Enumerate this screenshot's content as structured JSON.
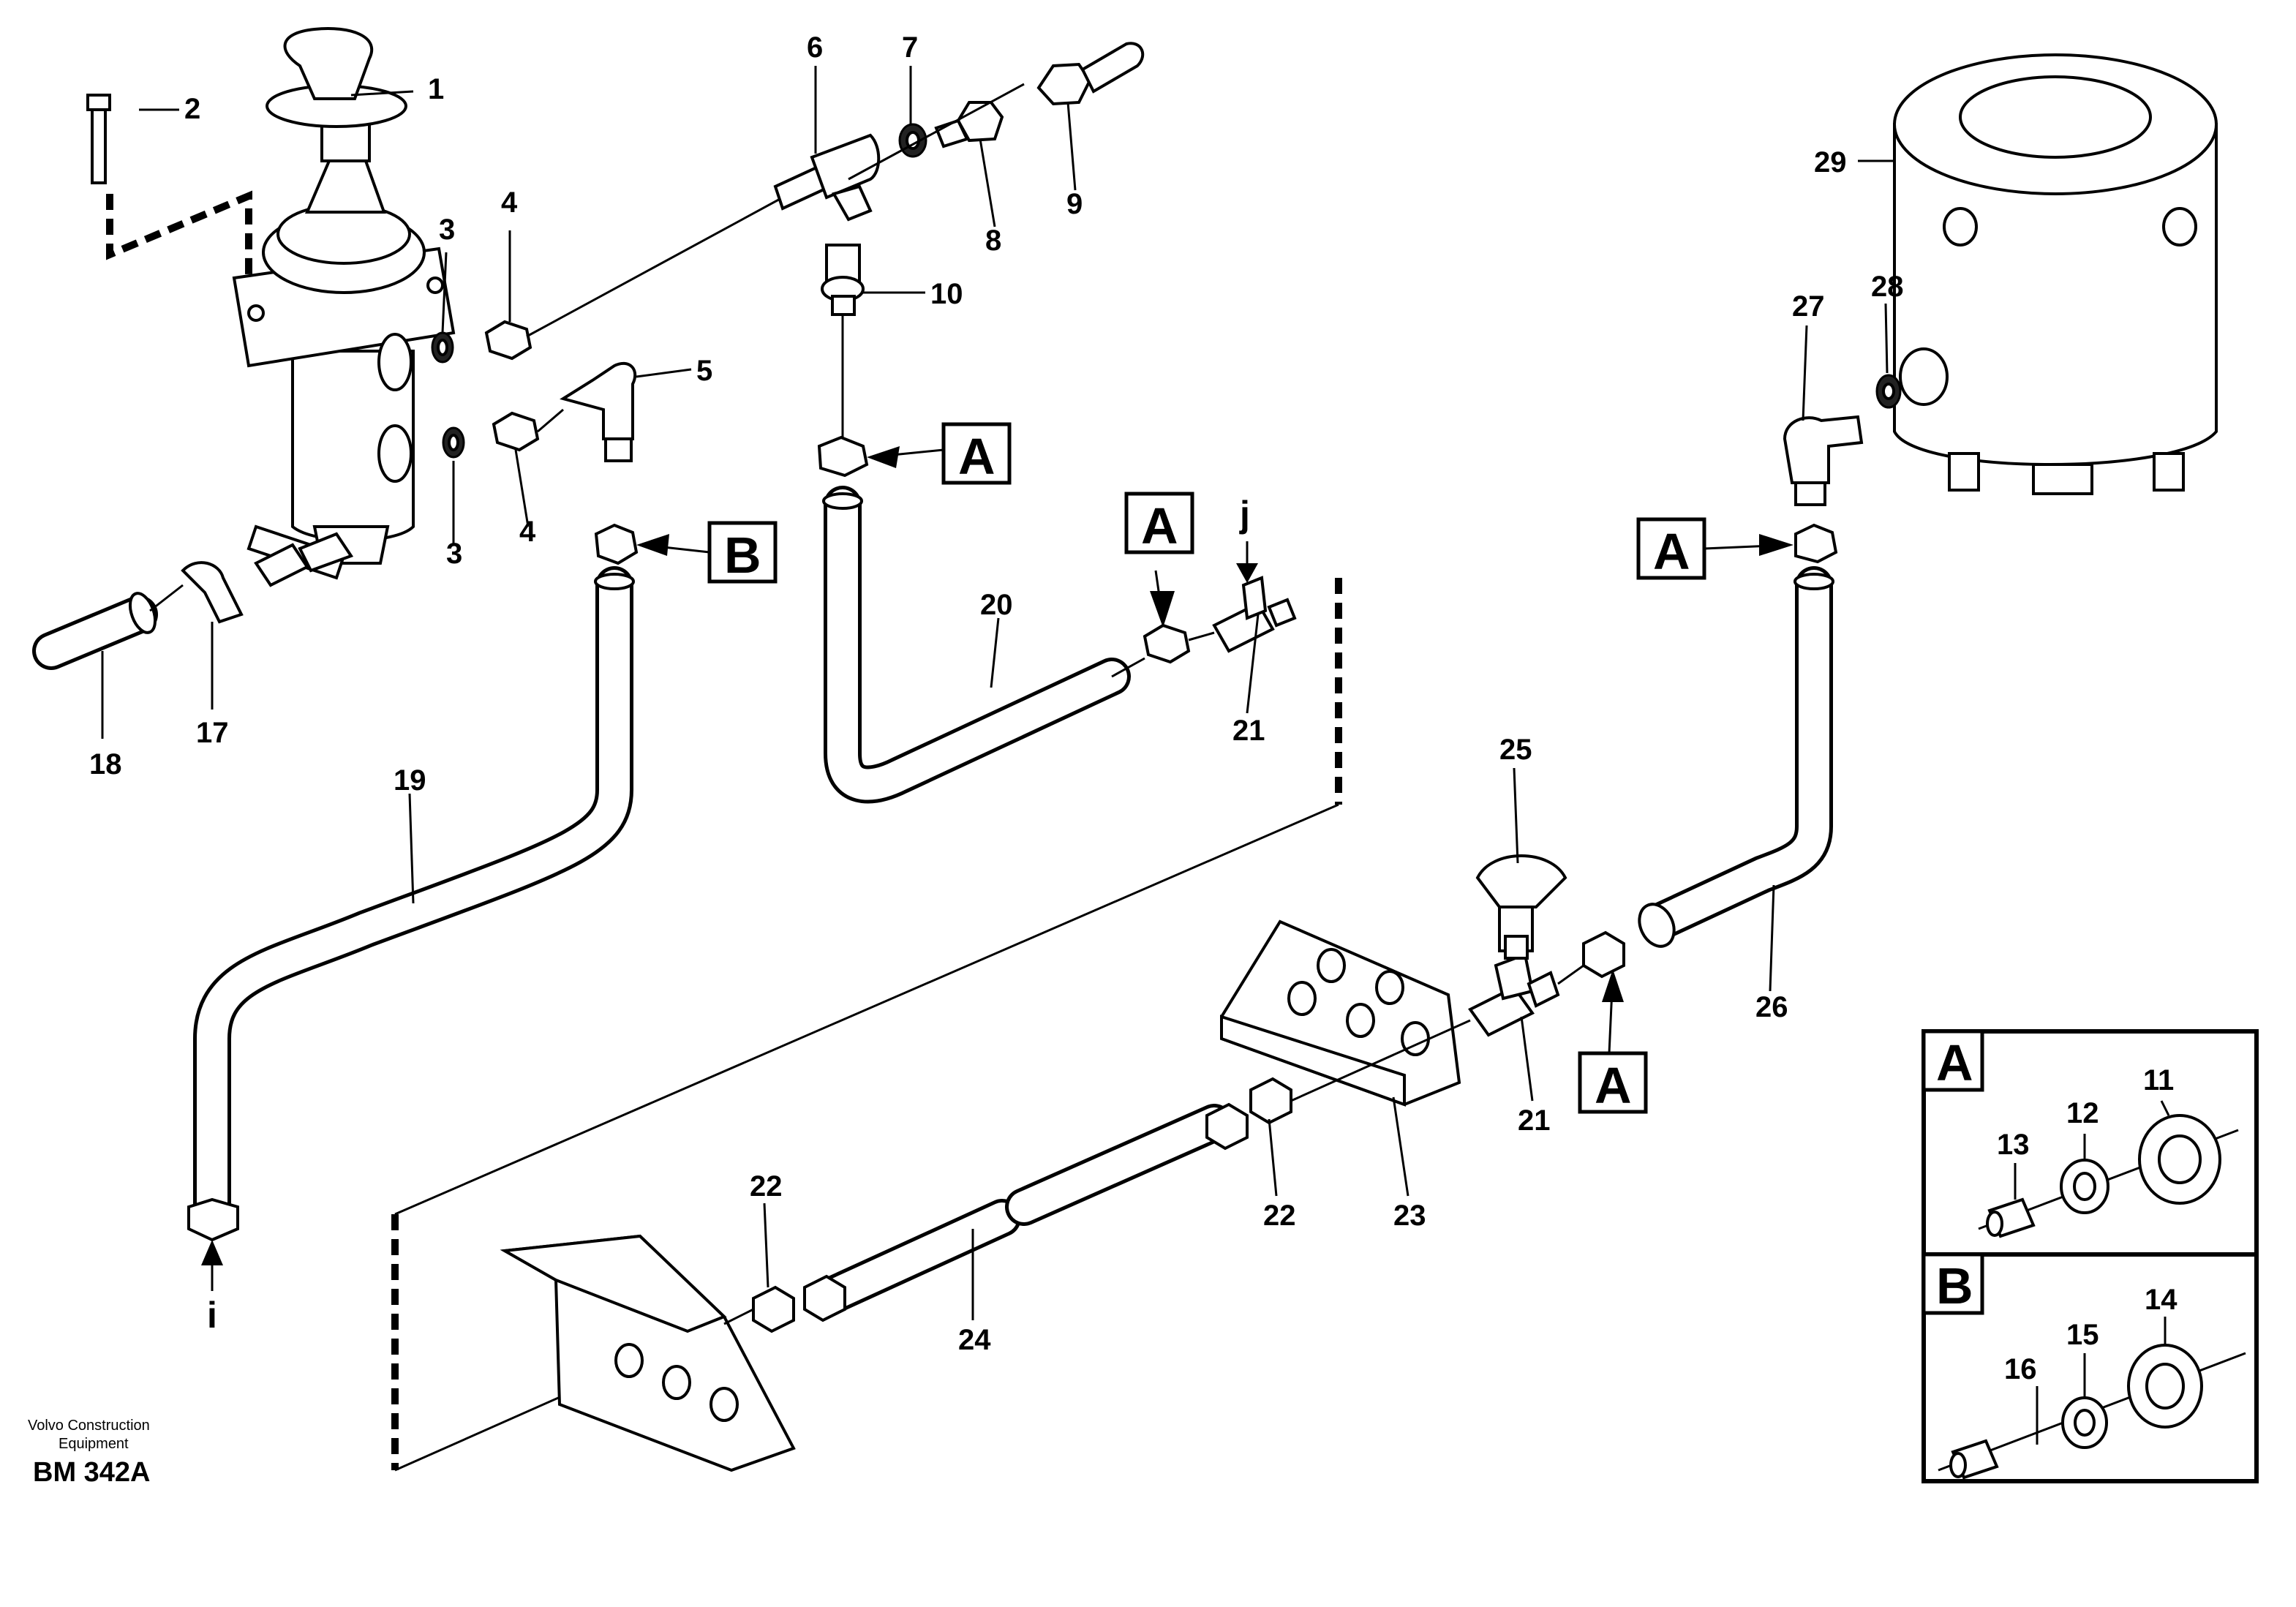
{
  "part_numbers": {
    "p1": "1",
    "p2": "2",
    "p3a": "3",
    "p3b": "3",
    "p4a": "4",
    "p4b": "4",
    "p5": "5",
    "p6": "6",
    "p7": "7",
    "p8": "8",
    "p9": "9",
    "p10": "10",
    "p11": "11",
    "p12": "12",
    "p13": "13",
    "p14": "14",
    "p15": "15",
    "p16": "16",
    "p17": "17",
    "p18": "18",
    "p19": "19",
    "p20": "20",
    "p21a": "21",
    "p21b": "21",
    "p22a": "22",
    "p22b": "22",
    "p23": "23",
    "p24": "24",
    "p25": "25",
    "p26": "26",
    "p27": "27",
    "p28": "28",
    "p29": "29"
  },
  "reference_markers": {
    "a1": "A",
    "a2": "A",
    "a3": "A",
    "a4": "A",
    "b1": "B",
    "detail_a": "A",
    "detail_b": "B"
  },
  "connection_labels": {
    "i": "i",
    "j": "j"
  },
  "footer": {
    "company_line1": "Volvo Construction",
    "company_line2": "Equipment",
    "drawing_code": "BM 342A"
  }
}
